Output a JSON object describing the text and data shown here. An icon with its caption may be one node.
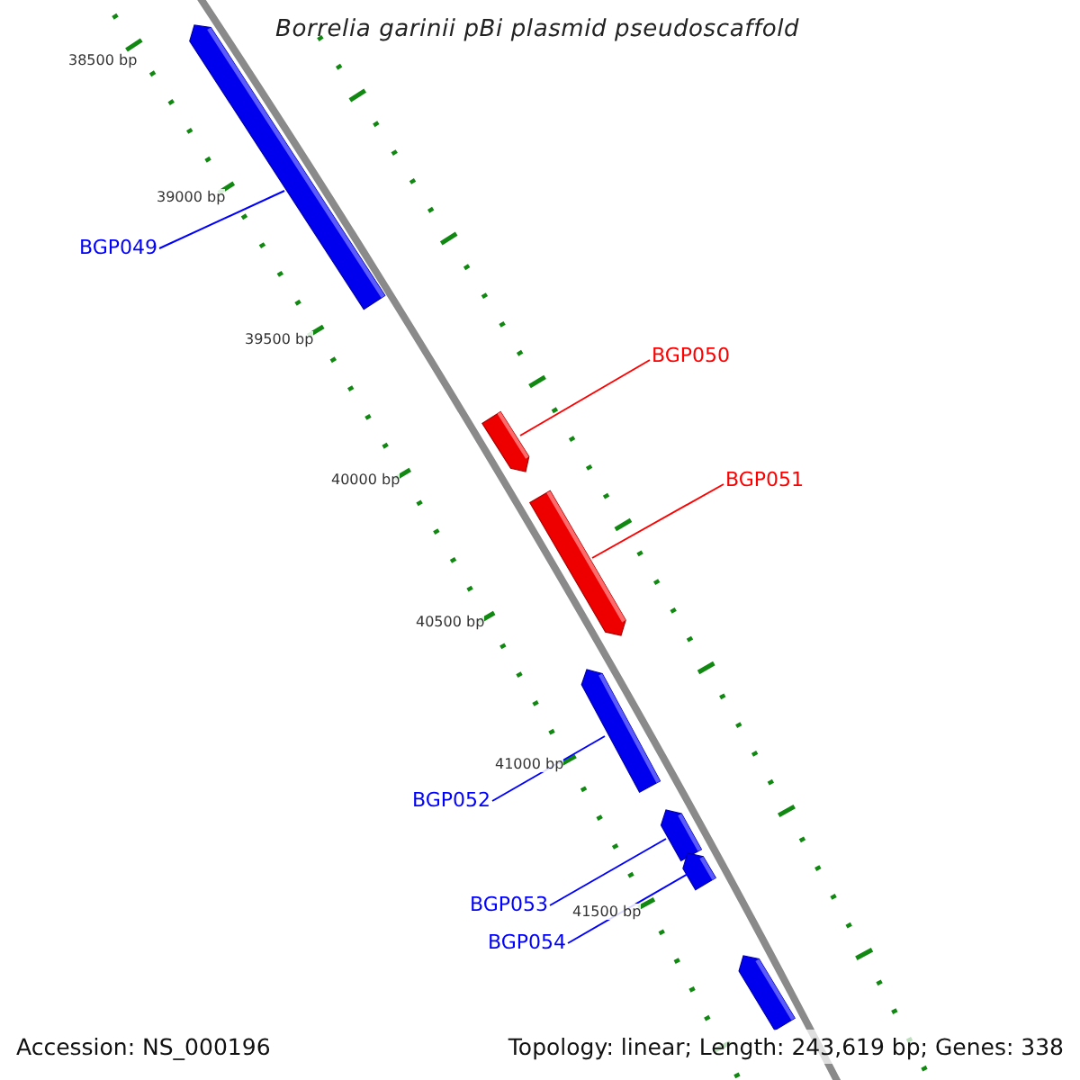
{
  "diagram": {
    "title": "Borrelia garinii pBi plasmid pseudoscaffold",
    "nodes": [
      {
        "text": [
          "BGP049"
        ]
      },
      {
        "text": [],
        "shape": "bar"
      },
      {
        "text": [
          "BGP050"
        ]
      },
      {
        "text": [],
        "shape": "bar"
      },
      {
        "text": [
          "BGP051"
        ]
      },
      {
        "text": [],
        "shape": "bar"
      },
      {
        "text": [
          "BGP052"
        ]
      },
      {
        "text": [],
        "shape": "bar"
      },
      {
        "text": [
          "BGP053"
        ]
      },
      {
        "text": [],
        "shape": "bar"
      },
      {
        "text": [
          "BGP054"
        ]
      },
      {
        "text": [],
        "shape": "bar"
      },
      {
        "text": [],
        "shape": "bar"
      }
    ],
    "edges": [
      {
        "from": 0,
        "to": 1,
        "arrow": "none"
      },
      {
        "from": 2,
        "to": 3,
        "arrow": "none",
        "color": "#ff0000"
      },
      {
        "from": 4,
        "to": 5,
        "arrow": "none",
        "color": "#ff0000"
      },
      {
        "from": 6,
        "to": 7,
        "arrow": "none"
      },
      {
        "from": 8,
        "to": 9,
        "arrow": "none"
      },
      {
        "from": 10,
        "to": 11,
        "arrow": "none"
      }
    ],
    "labels": [
      "38500 bp",
      "39000 bp",
      "39500 bp",
      "40000 bp",
      "40500 bp",
      "41000 bp",
      "41500 bp",
      "Accession: NS_000196",
      "Topology: linear; Length: 243,619 bp; Genes: 338"
    ]
  }
}
